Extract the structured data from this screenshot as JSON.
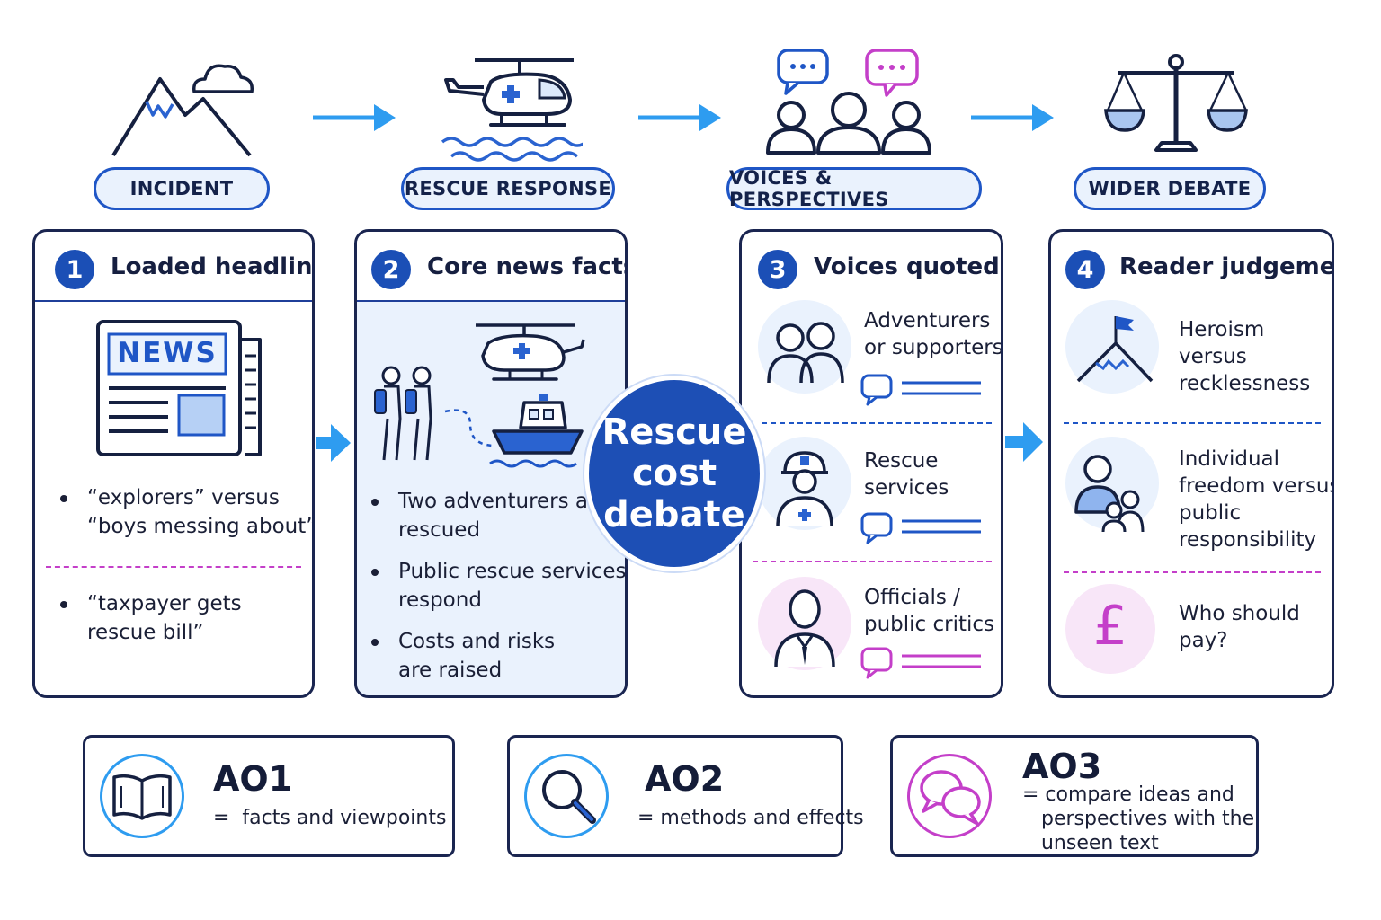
{
  "stages": [
    {
      "label": "INCIDENT"
    },
    {
      "label": "RESCUE RESPONSE"
    },
    {
      "label": "VOICES & PERSPECTIVES"
    },
    {
      "label": "WIDER DEBATE"
    }
  ],
  "panels": {
    "p1": {
      "number": "1",
      "title": "Loaded headline",
      "news_label": "NEWS",
      "items": [
        "“explorers” versus\n“boys messing about”",
        "“taxpayer gets\nrescue bill”"
      ]
    },
    "p2": {
      "number": "2",
      "title": "Core news facts",
      "items": [
        "Two adventurers are\nrescued",
        "Public rescue services\nrespond",
        "Costs and risks\nare raised"
      ]
    },
    "p3": {
      "number": "3",
      "title": "Voices quoted",
      "voices": [
        "Adventurers\nor supporters",
        "Rescue\nservices",
        "Officials /\npublic critics"
      ]
    },
    "p4": {
      "number": "4",
      "title": "Reader judgement",
      "items": [
        "Heroism\nversus\nrecklessness",
        "Individual\nfreedom versus\npublic\nresponsibility",
        "Who should\npay?"
      ],
      "pound_symbol": "£"
    }
  },
  "centre": {
    "label": "Rescue\ncost\ndebate"
  },
  "assessment": [
    {
      "code": "AO1",
      "desc": "=  facts and viewpoints"
    },
    {
      "code": "AO2",
      "desc": "= methods and effects"
    },
    {
      "code": "AO3",
      "desc": "= compare ideas and\n   perspectives with the\n   unseen text"
    }
  ],
  "colors": {
    "navy": "#1a2550",
    "blue": "#1f56c6",
    "accent_arrow": "#2e9cf0",
    "magenta": "#c43fc9",
    "light_blue": "#eaf2fd"
  },
  "icons": [
    "mountain-icon",
    "cloud-icon",
    "helicopter-icon",
    "water-icon",
    "chat-bubble-icon",
    "people-icon",
    "scales-icon",
    "newspaper-icon",
    "hiker-icon",
    "boat-icon",
    "firefighter-icon",
    "official-icon",
    "flag-summit-icon",
    "family-icon",
    "pound-icon",
    "book-icon",
    "magnifier-icon",
    "speech-bubbles-icon"
  ]
}
